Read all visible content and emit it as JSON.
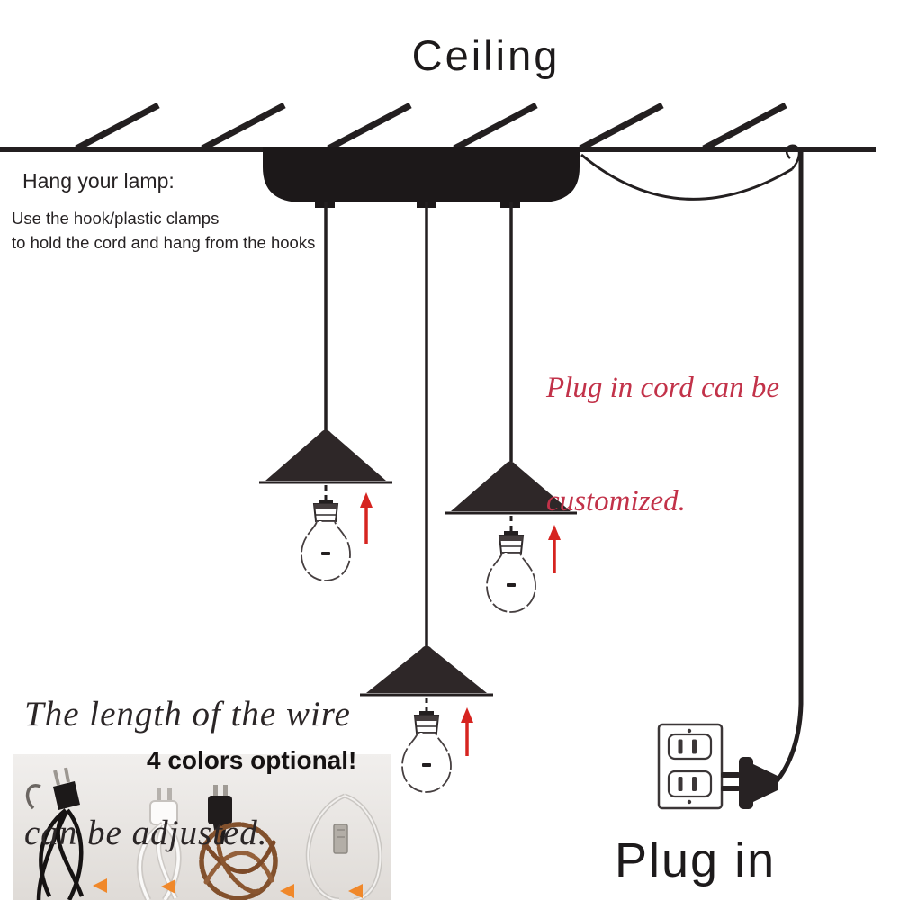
{
  "ceiling_label": "Ceiling",
  "plug_in_label": "Plug in",
  "hang_instructions": {
    "heading": "Hang your lamp:",
    "line1": "Use the hook/plastic clamps",
    "line2": "to hold the cord and hang from the hooks"
  },
  "plug_note": {
    "line1": "Plug in cord can be",
    "line2": "customized."
  },
  "wire_note": {
    "line1": "The length of the wire",
    "line2": "can be adjusted."
  },
  "photo": {
    "caption": "4 colors optional!",
    "cord_options": [
      "black",
      "white",
      "twisted brown",
      "transparent"
    ]
  },
  "colors": {
    "ink": "#231f20",
    "canopy_black": "#1c1819",
    "shade_dark": "#2e2728",
    "arrow_red": "#d62420",
    "note_red": "#c23249",
    "marker_orange": "#f0882a",
    "photo_bg": "#e9e6e3"
  }
}
